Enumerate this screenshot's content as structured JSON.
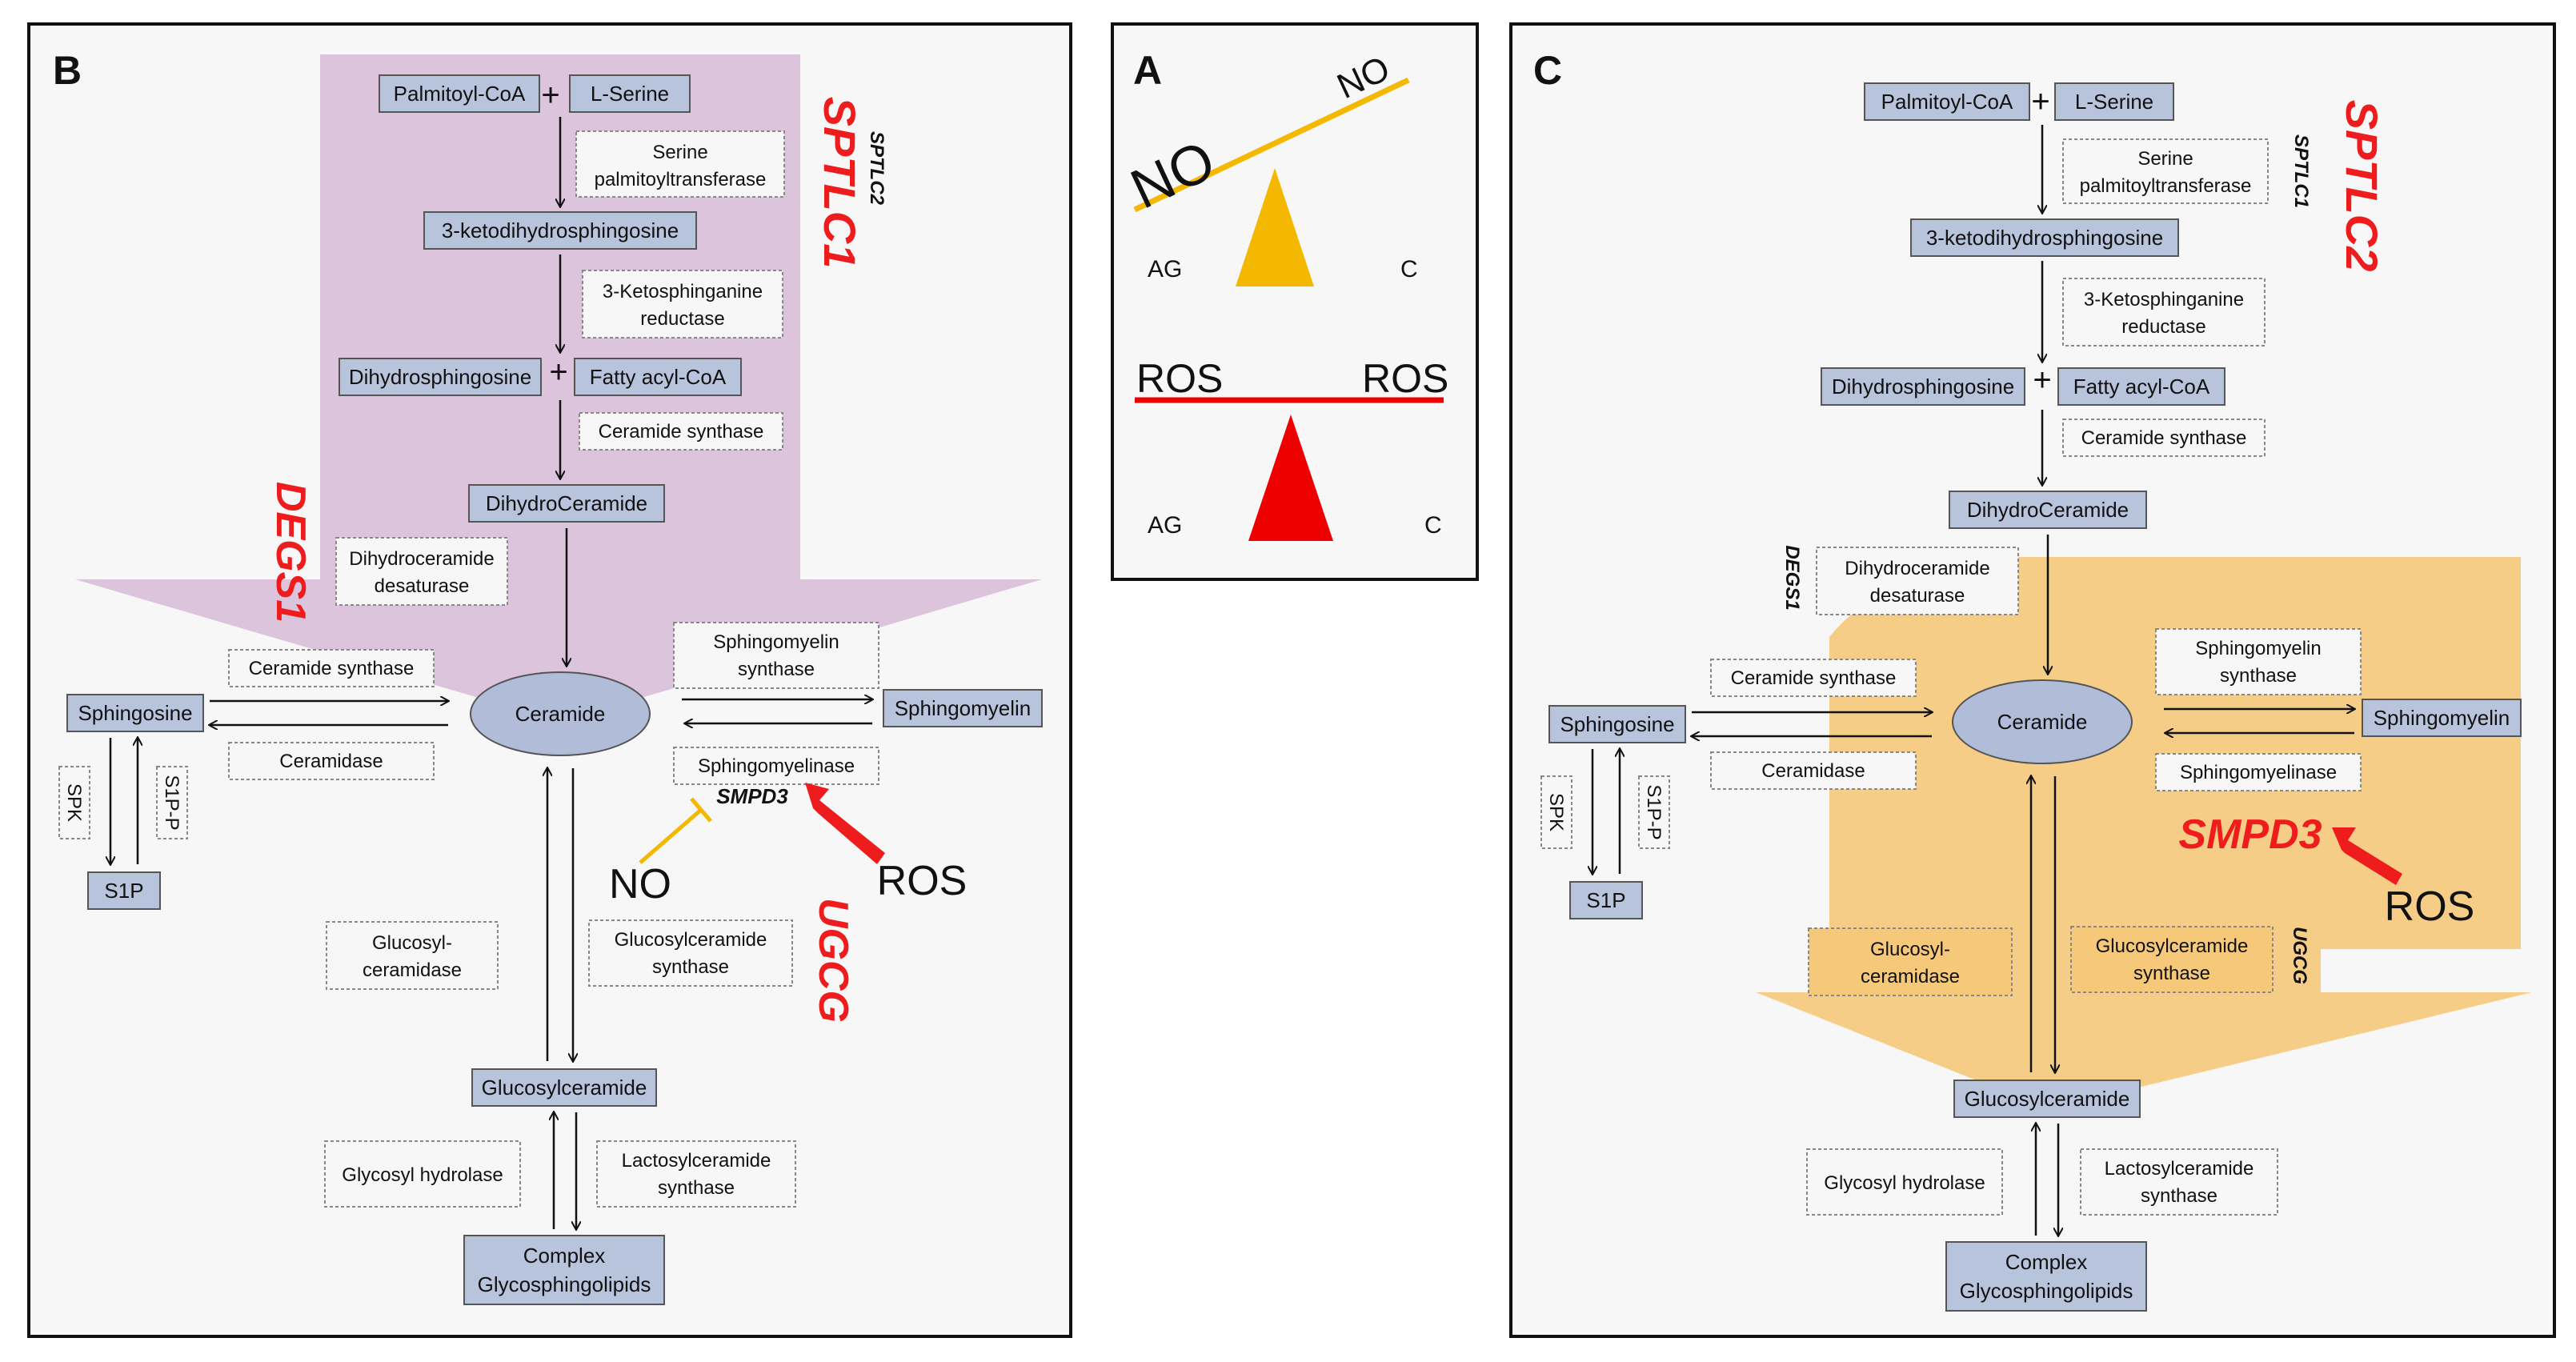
{
  "panels": {
    "A": {
      "label": "A",
      "top_left": "NO",
      "top_right": "NO",
      "top_ag": "AG",
      "top_c": "C",
      "bottom_left": "ROS",
      "bottom_right": "ROS",
      "bottom_ag": "AG",
      "bottom_c": "C",
      "colors": {
        "no_balance": "#f5b800",
        "ros_balance": "#ee0000"
      }
    },
    "B": {
      "label": "B",
      "nodes": {
        "palmitoyl": "Palmitoyl-CoA",
        "serine": "L-Serine",
        "keto": "3-ketodihydrosphingosine",
        "dihydrosph": "Dihydrosphingosine",
        "fattyacyl": "Fatty acyl-CoA",
        "dihydrocer": "DihydroCeramide",
        "ceramide": "Ceramide",
        "sphingosine": "Sphingosine",
        "sphingomyelin": "Sphingomyelin",
        "s1p": "S1P",
        "glucosylcer": "Glucosylceramide",
        "complex1": "Complex",
        "complex2": "Glycosphingolipids"
      },
      "enzymes": {
        "spt1": "Serine",
        "spt2": "palmitoyltransferase",
        "ksr1": "3-Ketosphinganine",
        "ksr2": "reductase",
        "cs_top": "Ceramide synthase",
        "des1": "Dihydroceramide",
        "des2": "desaturase",
        "cs_left": "Ceramide  synthase",
        "ceramidase": "Ceramidase",
        "sms1": "Sphingomyelin",
        "sms2": "synthase",
        "smase": "Sphingomyelinase",
        "spk": "SPK",
        "s1pp": "S1P-P",
        "gcd1": "Glucosyl-",
        "gcd2": "ceramidase",
        "gcs1": "Glucosylceramide",
        "gcs2": "synthase",
        "gh": "Glycosyl hydrolase",
        "lcs1": "Lactosylceramide",
        "lcs2": "synthase"
      },
      "genes": {
        "sptlc1": "SPTLC1",
        "sptlc2": "SPTLC2",
        "degs1": "DEGS1",
        "smpd3": "SMPD3",
        "ugcg": "UGCG"
      },
      "labels": {
        "no": "NO",
        "ros": "ROS"
      },
      "colors": {
        "arrow_fill": "#d8bfd8",
        "node_fill": "#b8c3dc",
        "ellipse_fill": "#b0bcd8",
        "gene_red": "#ee1c1c"
      }
    },
    "C": {
      "label": "C",
      "nodes": {
        "palmitoyl": "Palmitoyl-CoA",
        "serine": "L-Serine",
        "keto": "3-ketodihydrosphingosine",
        "dihydrosph": "Dihydrosphingosine",
        "fattyacyl": "Fatty acyl-CoA",
        "dihydrocer": "DihydroCeramide",
        "ceramide": "Ceramide",
        "sphingosine": "Sphingosine",
        "sphingomyelin": "Sphingomyelin",
        "s1p": "S1P",
        "glucosylcer": "Glucosylceramide",
        "complex1": "Complex",
        "complex2": "Glycosphingolipids"
      },
      "enzymes": {
        "spt1": "Serine",
        "spt2": "palmitoyltransferase",
        "ksr1": "3-Ketosphinganine",
        "ksr2": "reductase",
        "cs_top": "Ceramide synthase",
        "des1": "Dihydroceramide",
        "des2": "desaturase",
        "cs_left": "Ceramide  synthase",
        "ceramidase": "Ceramidase",
        "sms1": "Sphingomyelin",
        "sms2": "synthase",
        "smase": "Sphingomyelinase",
        "spk": "SPK",
        "s1pp": "S1P-P",
        "gcd1": "Glucosyl-",
        "gcd2": "ceramidase",
        "gcs1": "Glucosylceramide",
        "gcs2": "synthase",
        "gh": "Glycosyl hydrolase",
        "lcs1": "Lactosylceramide",
        "lcs2": "synthase"
      },
      "genes": {
        "sptlc2": "SPTLC2",
        "sptlc1": "SPTLC1",
        "degs1": "DEGS1",
        "smpd3": "SMPD3",
        "ugcg": "UGCG"
      },
      "labels": {
        "ros": "ROS"
      },
      "colors": {
        "arrow_fill": "#f5c87a",
        "node_fill": "#b8c3dc",
        "gene_red": "#ee1c1c"
      }
    }
  }
}
